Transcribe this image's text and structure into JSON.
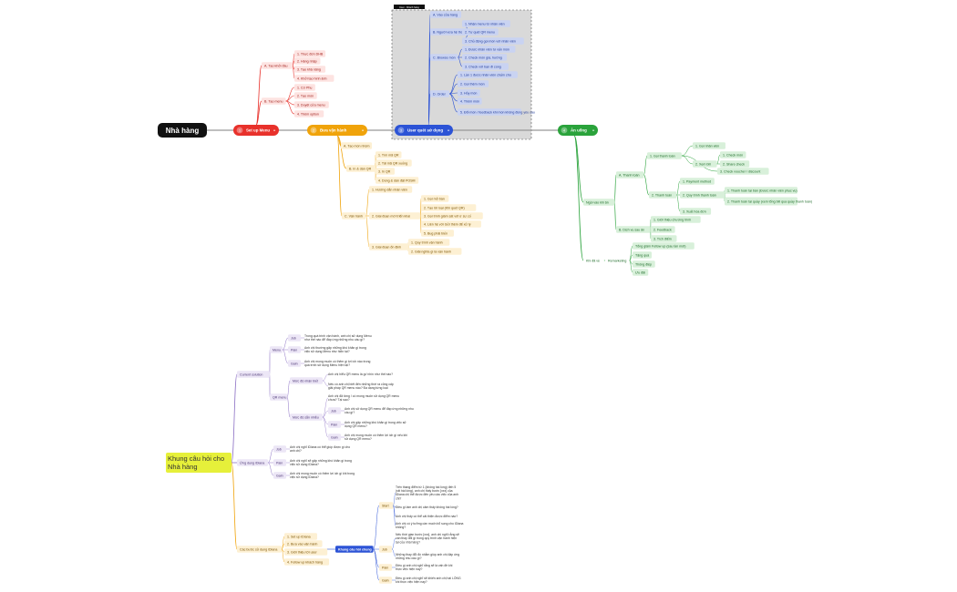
{
  "top_map": {
    "root": "Nhà hàng",
    "frame_label": "User - Khách hàng",
    "branches": [
      {
        "label": "Set up Menu",
        "num": "1",
        "color": "#e8312b"
      },
      {
        "label": "Bưa vận hành",
        "num": "2",
        "color": "#f0a30a"
      },
      {
        "label": "User quét sử dụng",
        "num": "3",
        "color": "#2c53d6"
      },
      {
        "label": "Ăn uống",
        "num": "4",
        "color": "#2aa33b"
      }
    ],
    "menu": {
      "groups": [
        {
          "label": "A. Tạo khởi đầu",
          "items": [
            "1. Thực đơn DHB",
            "2. Hàng nhập",
            "3. Tạo khả năng",
            "4. Khởi tạo hình ảnh"
          ]
        },
        {
          "label": "B. Tạo menu",
          "items": [
            "1. Cơ Phụ",
            "2. Tạo món",
            "3. Duyệt cửa menu",
            "4. Thêm option"
          ]
        }
      ]
    },
    "ops": {
      "top": "A. Tạo món nhóm",
      "groups": [
        {
          "label": "B. In & dán QR",
          "items": [
            "1. Tìm mã QR",
            "2. Tải mã QR xuống",
            "3. In QR",
            "4. Dùng & dán đặt POSM"
          ]
        },
        {
          "label": "C. Vận hành",
          "items": [
            "1. Hướng dẫn nhân viên"
          ]
        },
        {
          "label": "2. Giai đoạn mới triển khai",
          "items": [
            "1. Gọi mở bàn",
            "2. Tạo lời loại (Khi quét QR)",
            "3. Gọi trình giám sát với ứ sự cố",
            "4. Liên hệ với Gửi thêm để xử lý",
            "5. Bug phải biến"
          ]
        },
        {
          "label": "3. Giai đoạn ổn định",
          "items": [
            "1. Quy trình vận hành",
            "2. Giải nghĩa gì là vận hành"
          ]
        }
      ]
    },
    "user": {
      "groups": [
        {
          "label": "A. Vào cửa hàng",
          "items": []
        },
        {
          "label": "B. Người vừa hệ thống",
          "items": [
            "1. Nhận menu từ nhân viên",
            "2. Tự quét QR menu",
            "3. Chủ động gọi món với nhân viên"
          ]
        },
        {
          "label": "C. Browse món",
          "items": [
            "1. Được nhân viên tư vấn món",
            "2. Check món giá, hướng",
            "3. Check với bạn đi cùng"
          ]
        },
        {
          "label": "D. Order",
          "items": [
            "1. Lần 1 được nhân viên chấm chú",
            "2. Gọi thêm món",
            "3. Hủy món",
            "4. Thêm món",
            "5. Đổi món / feedback khi món không đúng yêu cầu"
          ]
        }
      ]
    },
    "eat": {
      "main": "Ngồi vào khi ăn",
      "sub1": {
        "label": "A. Thanh toán",
        "items": [
          {
            "label": "1. Gọi thanh toán",
            "items": [
              "1. Gọi nhân viên",
              "2. Xem bill",
              "3. Check voucher / discount"
            ]
          },
          {
            "label": "2. Thanh toán",
            "items": [
              "1. Payment method",
              "2. Quy trình thanh toán",
              "3. Xuất hóa đơn"
            ]
          }
        ]
      },
      "pay_sub": [
        "1. Thanh toán tại bàn (Được nhân viên phục vụ)",
        "2. Thanh toán tại quầy (xem tổng bill qua quầy thanh toán)"
      ],
      "bill_sub": [
        "1. Check món",
        "2. Share check"
      ],
      "sub2": {
        "label": "B. Dịch vụ sau ăn",
        "items": [
          "1. Giới thiệu chương trình",
          "2. Feedback",
          "3. Tích điểm"
        ]
      },
      "after": {
        "label": "Khi đã về",
        "sub": "Remarketing",
        "items": [
          "Tổng giảm Follow up (sau lần mới)",
          "Tặng quà",
          "Thông điệp",
          "Ưu đãi"
        ]
      }
    }
  },
  "bottom_map": {
    "root": "Khung câu hỏi cho Nhà hàng",
    "branches": [
      {
        "label": "Current solution",
        "children": [
          {
            "label": "Menu",
            "items": [
              {
                "tag": "Job",
                "text": "Trong quá trình vận hành, anh chị sử dụng Menu như thế nào để đáp ứng những nhu cầu gì?"
              },
              {
                "tag": "Pain",
                "text": "Anh chị thường gặp những khó khăn gì trong việc sử dụng Menu như hiện tại?"
              },
              {
                "tag": "Gain",
                "text": "Anh chị mong muốn có thêm gì lợi ích nào trong quá trình sử dụng Menu hiện tại?"
              }
            ]
          },
          {
            "label": "QR menu",
            "items": [
              {
                "tag": "Mức độ nhận biết",
                "text": "Anh chị hiểu QR menu là gì/ nhìn như thế nào?"
              },
              {
                "tag": "",
                "text": "Nếu có anh chị biết đến những thời ra cũng cấp giải pháp QR menu nào? Đa dạng từng loại"
              },
              {
                "tag": "Mức độ sẵn nhiễu",
                "text": "Anh chị đã từng / có mong muốn sử dụng QR menu chưa? Tại sao?"
              },
              {
                "tag": "Job",
                "text": "Anh chị sử dụng QR menu để đáp ứng những nhu cầu gì?"
              },
              {
                "tag": "Pain",
                "text": "Anh chị gặp những khó khăn gì trong việc sử dụng QR menu?"
              },
              {
                "tag": "Gain",
                "text": "Anh chị mong muốn có thêm lợi ích gì nếu khi sử dụng QR menu?"
              }
            ]
          }
        ]
      },
      {
        "label": "Ứng dụng iDiana",
        "children": [
          {
            "label": "Job",
            "text": "Anh chị nghĩ iDiana có thể giúp được gì cho anh chị?"
          },
          {
            "label": "Pain",
            "text": "Anh chị nghĩ sẽ gặp những khó khăn gì trong việc sử dụng iDiana?"
          },
          {
            "label": "Gain",
            "text": "Anh chị mong muốn có thêm lợi ích gì khi trong việc sử dụng iDiana?"
          }
        ]
      },
      {
        "label": "Các bước sử dụng iDiana",
        "steps": [
          "1. Set up iDiana",
          "2. Bưa vào vận hành",
          "3. Giới thiệu tới user",
          "4. Follow up khách hàng"
        ],
        "flow": "Khung câu hỏi chung",
        "children": [
          {
            "label": "Start",
            "items": [
              "Trên thang điểm từ 1 (không hài lòng) đến 5 (rất hài lòng), anh chị thấy bước [xxx] của iDiana chị thể được đến yêu cầu việc của anh chị?",
              "Điều gì làm anh chị cảm thấy không hài lòng?",
              "Anh chị thấy có thể cải thiện được điểm nào?",
              "Anh chị có ý tưởng cần muốn bổ sung cho iDiana không?"
            ]
          },
          {
            "label": "Job",
            "items": [
              "Nếu thời gian bước [xxx], anh chị nghĩ rằng sẽ cần thay đổi gì trong quy trình vận hành hiện tại của nhà hàng?",
              "Những thay đổi đó nhằm giúp anh chị đáp ứng những nhu cầu gì?"
            ]
          },
          {
            "label": "Pain",
            "items": [
              "Điều gì anh chị nghĩ rằng sẽ là vấn đề khi thực việc hiện nay?"
            ]
          },
          {
            "label": "Gain",
            "items": [
              "Điều gì anh chị nghĩ sẽ khiến anh chị hài LÒNG khi thực việc hiện nay?"
            ]
          }
        ]
      }
    ]
  }
}
